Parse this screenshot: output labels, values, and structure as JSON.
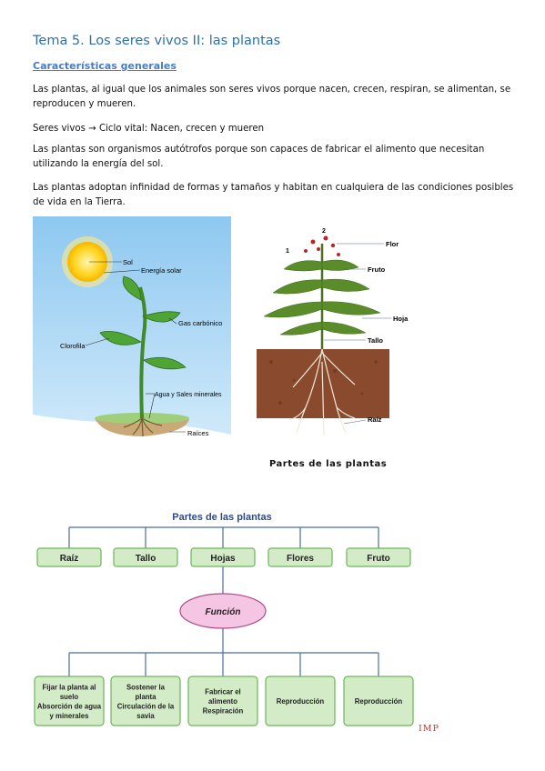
{
  "document": {
    "title": "Tema 5. Los seres vivos II: las plantas",
    "section_heading": "Características generales",
    "paragraphs": [
      "Las plantas, al igual que los animales son seres vivos porque nacen, crecen, respiran, se alimentan, se reproducen y mueren.",
      "Seres vivos → Ciclo vital: Nacen, crecen y mueren",
      "Las plantas son organismos autótrofos porque son capaces de fabricar el alimento que necesitan utilizando la energía del sol.",
      "Las plantas adoptan infinidad de formas y tamaños y habitan en cualquiera de las condiciones posibles de vida en la Tierra."
    ],
    "signature": "IMP"
  },
  "figure_left": {
    "labels": {
      "sol": "Sol",
      "energia": "Energía solar",
      "gas": "Gas carbónico",
      "clorofila": "Clorofila",
      "agua": "Agua y Sales minerales",
      "raices": "Raíces"
    }
  },
  "figure_right": {
    "numbers": [
      "1",
      "2"
    ],
    "labels": {
      "flor": "Flor",
      "fruto": "Fruto",
      "hoja": "Hoja",
      "tallo": "Tallo",
      "raiz": "Raíz"
    },
    "caption": "Partes de las plantas"
  },
  "concept_map": {
    "title": "Partes de las plantas",
    "parts": [
      "Raíz",
      "Tallo",
      "Hojas",
      "Flores",
      "Fruto"
    ],
    "center": "Función",
    "functions": [
      [
        "Fijar la planta al",
        "suelo",
        "Absorción de agua",
        "y minerales"
      ],
      [
        "Sostener la",
        "planta",
        "Circulación de la",
        "savia"
      ],
      [
        "Fabricar el",
        "alimento",
        "Respiración"
      ],
      [
        "Reproducción"
      ],
      [
        "Reproducción"
      ]
    ],
    "colors": {
      "box_fill": "#d3ecc7",
      "box_stroke": "#6cb65a",
      "line": "#4a6d9a",
      "ellipse_fill": "#f5c6e3",
      "ellipse_stroke": "#b04a8a",
      "title": "#2e4a86"
    }
  }
}
